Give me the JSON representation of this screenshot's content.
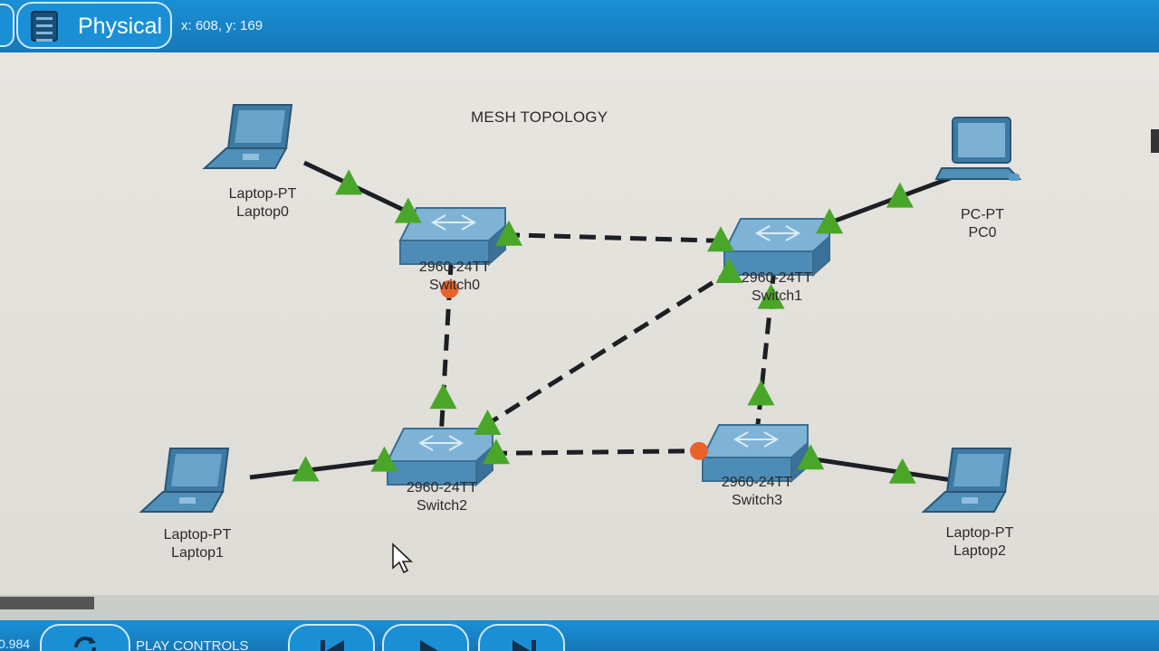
{
  "toolbar": {
    "mode_label": "Physical",
    "coords_text": "x: 608, y: 169"
  },
  "canvas": {
    "title": "MESH TOPOLOGY",
    "devices": [
      {
        "id": "laptop0",
        "kind": "laptop",
        "model": "Laptop-PT",
        "name": "Laptop0"
      },
      {
        "id": "pc0",
        "kind": "pc",
        "model": "PC-PT",
        "name": "PC0"
      },
      {
        "id": "switch0",
        "kind": "switch",
        "model": "2960-24TT",
        "name": "Switch0"
      },
      {
        "id": "switch1",
        "kind": "switch",
        "model": "2960-24TT",
        "name": "Switch1"
      },
      {
        "id": "switch2",
        "kind": "switch",
        "model": "2960-24TT",
        "name": "Switch2"
      },
      {
        "id": "switch3",
        "kind": "switch",
        "model": "2960-24TT",
        "name": "Switch3"
      },
      {
        "id": "laptop1",
        "kind": "laptop",
        "model": "Laptop-PT",
        "name": "Laptop1"
      },
      {
        "id": "laptop2",
        "kind": "laptop",
        "model": "Laptop-PT",
        "name": "Laptop2"
      }
    ],
    "links": [
      {
        "from": "laptop0",
        "to": "switch0",
        "style": "solid",
        "end_status": [
          "up",
          "up"
        ]
      },
      {
        "from": "pc0",
        "to": "switch1",
        "style": "solid",
        "end_status": [
          "up",
          "up"
        ]
      },
      {
        "from": "switch0",
        "to": "switch1",
        "style": "dashed",
        "end_status": [
          "up",
          "up"
        ]
      },
      {
        "from": "switch0",
        "to": "switch2",
        "style": "dashed",
        "end_status": [
          "down",
          "up"
        ]
      },
      {
        "from": "switch1",
        "to": "switch2",
        "style": "dashed",
        "end_status": [
          "up",
          "up"
        ]
      },
      {
        "from": "switch1",
        "to": "switch3",
        "style": "dashed",
        "end_status": [
          "up",
          "up"
        ]
      },
      {
        "from": "switch2",
        "to": "switch3",
        "style": "dashed",
        "end_status": [
          "up",
          "down"
        ]
      },
      {
        "from": "laptop1",
        "to": "switch2",
        "style": "solid",
        "end_status": [
          "up",
          "up"
        ]
      },
      {
        "from": "laptop2",
        "to": "switch3",
        "style": "solid",
        "end_status": [
          "up",
          "up"
        ]
      }
    ]
  },
  "bottombar": {
    "time_readout": "0.984",
    "play_controls_label": "PLAY CONTROLS"
  },
  "colors": {
    "toolbar_blue": "#1b8fd6",
    "link_up": "#4aa629",
    "link_down": "#e8622a",
    "device_blue": "#4f93bf"
  }
}
